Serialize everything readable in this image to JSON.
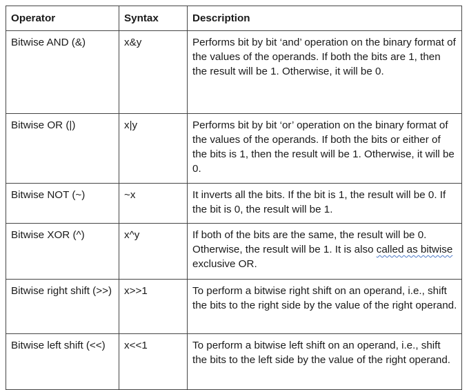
{
  "table": {
    "headers": [
      "Operator",
      "Syntax",
      "Description"
    ],
    "rows": [
      {
        "operator": "Bitwise AND (&)",
        "syntax": "x&y",
        "description": "Performs bit by bit ‘and’ operation on the binary format of the values of the operands. If both the bits are 1, then the result will be 1. Otherwise, it will be 0."
      },
      {
        "operator": "Bitwise OR (|)",
        "syntax": "x|y",
        "description": "Performs bit by bit ‘or’ operation on the binary format of the values of the operands. If both the bits or either of the bits is 1, then the result will be 1. Otherwise, it will be 0."
      },
      {
        "operator": "Bitwise NOT (~)",
        "syntax": "~x",
        "description": "It inverts all the bits. If the bit is 1, the result will be 0. If the bit is 0, the result will be 1."
      },
      {
        "operator": "Bitwise XOR (^)",
        "syntax": "x^y",
        "description_before": "If both of the bits are the same, the result will be 0. Otherwise, the result will be 1. It is also ",
        "description_flagged": "called as bitwise",
        "description_after": " exclusive OR."
      },
      {
        "operator": "Bitwise right shift (>>)",
        "syntax": "x>>1",
        "description": "To perform a bitwise right shift on an operand, i.e., shift the bits to the right side by the value of the right operand."
      },
      {
        "operator": "Bitwise left shift (<<)",
        "syntax": "x<<1",
        "description": "To perform a bitwise left shift on an operand, i.e., shift the bits to the left side by the value of the right operand."
      }
    ]
  }
}
